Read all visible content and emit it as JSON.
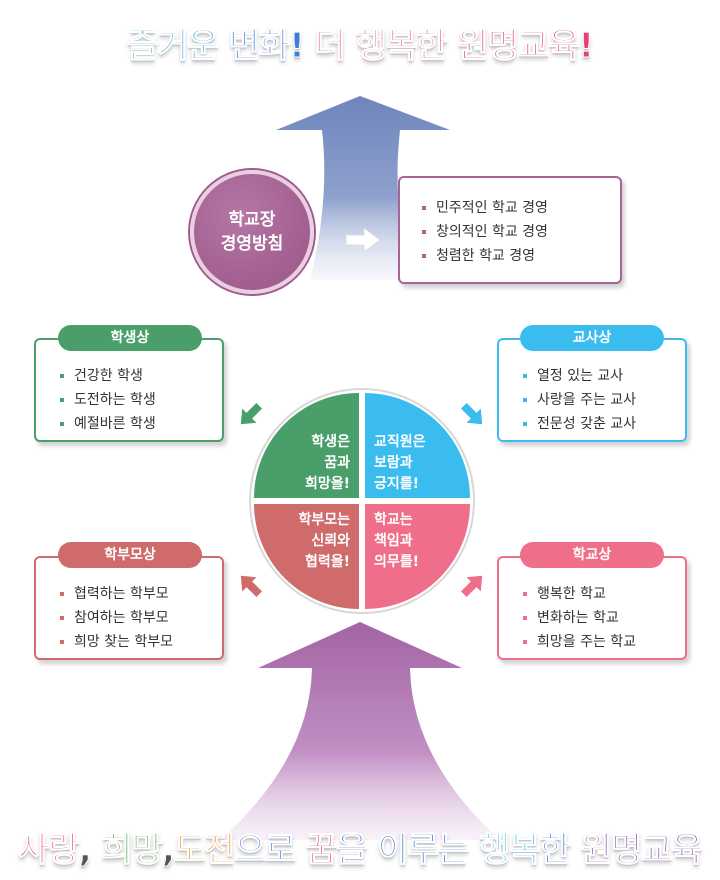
{
  "title": {
    "parts": [
      "즐거운 ",
      "변화! ",
      "더 ",
      "행복한 ",
      "원명교육!"
    ]
  },
  "principal": {
    "line1": "학교장",
    "line2": "경영방침",
    "items": [
      "민주적인 학교 경영",
      "창의적인 학교 경영",
      "청렴한 학교 경영"
    ]
  },
  "student": {
    "title": "학생상",
    "items": [
      "건강한 학생",
      "도전하는 학생",
      "예절바른 학생"
    ]
  },
  "teacher": {
    "title": "교사상",
    "items": [
      "열정 있는 교사",
      "사랑을 주는 교사",
      "전문성 갖춘 교사"
    ]
  },
  "parent": {
    "title": "학부모상",
    "items": [
      "협력하는 학부모",
      "참여하는 학부모",
      "희망 찾는 학부모"
    ]
  },
  "school": {
    "title": "학교상",
    "items": [
      "행복한 학교",
      "변화하는 학교",
      "희망을 주는 학교"
    ]
  },
  "center": {
    "tl": [
      "학생은",
      "꿈과",
      "희망을!"
    ],
    "tr": [
      "교직원은",
      "보람과",
      "긍지를!"
    ],
    "bl": [
      "학부모는",
      "신뢰와",
      "협력을!"
    ],
    "br": [
      "학교는",
      "책임과",
      "의무를!"
    ]
  },
  "slogan": {
    "parts": [
      "사랑",
      ", ",
      "희망",
      ",",
      "도전",
      "으로 ",
      "꿈",
      "을 ",
      "이루는 ",
      "행복",
      "한 ",
      "원명교육"
    ]
  },
  "colors": {
    "student": "#4a9e6a",
    "teacher": "#3bbcef",
    "parent": "#cf6b6b",
    "school": "#ef6f8a",
    "principal": "#a66497",
    "arrow_top": "#8093c2",
    "arrow_bottom": "#a56aa8"
  }
}
